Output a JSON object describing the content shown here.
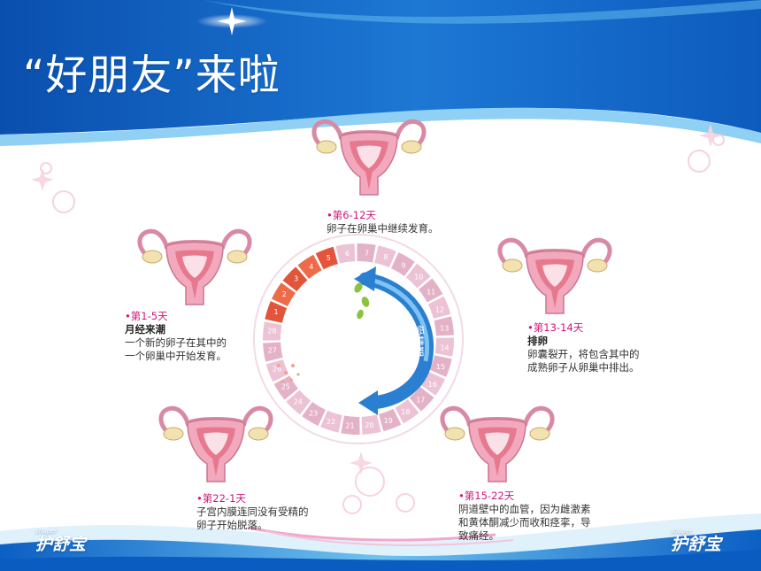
{
  "title": "“好朋友”来啦",
  "brand": {
    "small": "shuper",
    "name": "护舒宝"
  },
  "cycle_days": [
    "1",
    "2",
    "3",
    "4",
    "5",
    "6",
    "7",
    "8",
    "9",
    "10",
    "11",
    "12",
    "13",
    "14",
    "15",
    "16",
    "17",
    "18",
    "19",
    "20",
    "21",
    "22",
    "23",
    "24",
    "25",
    "26",
    "27",
    "28"
  ],
  "phase_labels": {
    "menstrual": "月经周期",
    "fertile": "受精期"
  },
  "stages": {
    "s1": {
      "day": "•第1-5天",
      "head": "月经来潮",
      "lines": [
        "一个新的卵子在其中的",
        "一个卵巢中开始发育。"
      ]
    },
    "s2": {
      "day": "•第6-12天",
      "lines": [
        "卵子在卵巢中继续发育。"
      ]
    },
    "s3": {
      "day": "•第13-14天",
      "head": "排卵",
      "lines": [
        "卵囊裂开，将包含其中的",
        "成熟卵子从卵巢中排出。"
      ]
    },
    "s4": {
      "day": "•第15-22天",
      "lines": [
        "阴道壁中的血管，因为雌激素",
        "和黄体酮减少而收和痉挛，导",
        "致痛经。"
      ]
    },
    "s5": {
      "day": "•第22-1天",
      "lines": [
        "子宫内膜连同没有受精的",
        "卵子开始脱落。"
      ]
    }
  },
  "colors": {
    "blue": "#1a6fc4",
    "pink": "#d0157a",
    "red": "#e55a3c",
    "band": "#e4b6c9"
  }
}
